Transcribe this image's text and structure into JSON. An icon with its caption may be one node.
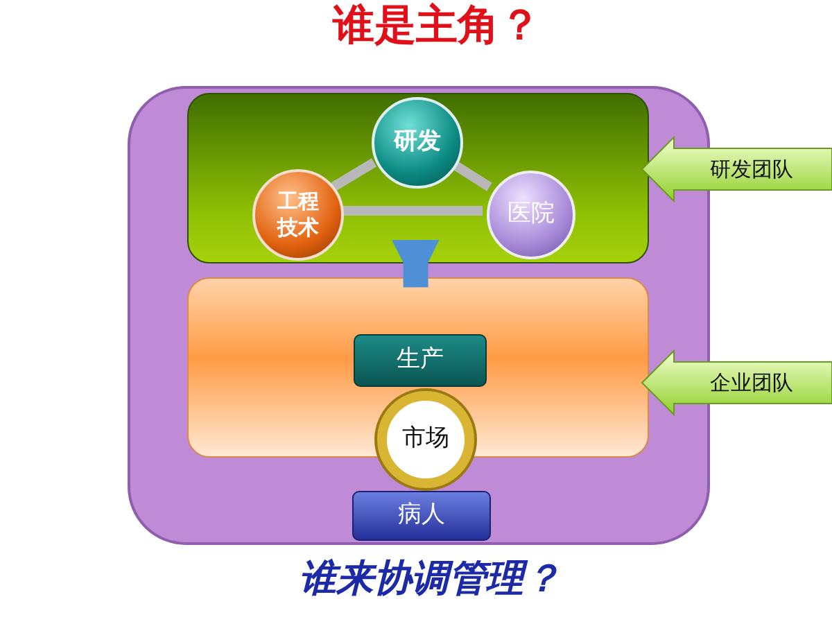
{
  "diagram": {
    "title": "谁是主角？",
    "caption": "谁来协调管理？",
    "nodes": [
      {
        "text": [],
        "shape": "box"
      },
      {
        "text": [],
        "shape": "box",
        "in": 0
      },
      {
        "text": [
          "研发"
        ],
        "in": 1
      },
      {
        "text": [
          "工程技术"
        ],
        "in": 1
      },
      {
        "text": [
          "医院"
        ],
        "in": 1
      },
      {
        "text": [],
        "shape": "box",
        "in": 0
      },
      {
        "text": [
          "生产"
        ],
        "in": 5
      },
      {
        "text": [
          "市场"
        ],
        "in": 0
      },
      {
        "text": [
          "病人"
        ],
        "in": 0
      },
      {
        "text": [
          "研发团队"
        ]
      },
      {
        "text": [
          "企业团队"
        ]
      }
    ],
    "edges": [
      {
        "from": 2,
        "to": 3,
        "arrow": "none"
      },
      {
        "from": 2,
        "to": 4,
        "arrow": "none"
      },
      {
        "from": 3,
        "to": 4,
        "arrow": "none"
      },
      {
        "from": 1,
        "to": 6,
        "arrow": "to",
        "style": "thick",
        "color": "#4f8fd6"
      }
    ]
  }
}
